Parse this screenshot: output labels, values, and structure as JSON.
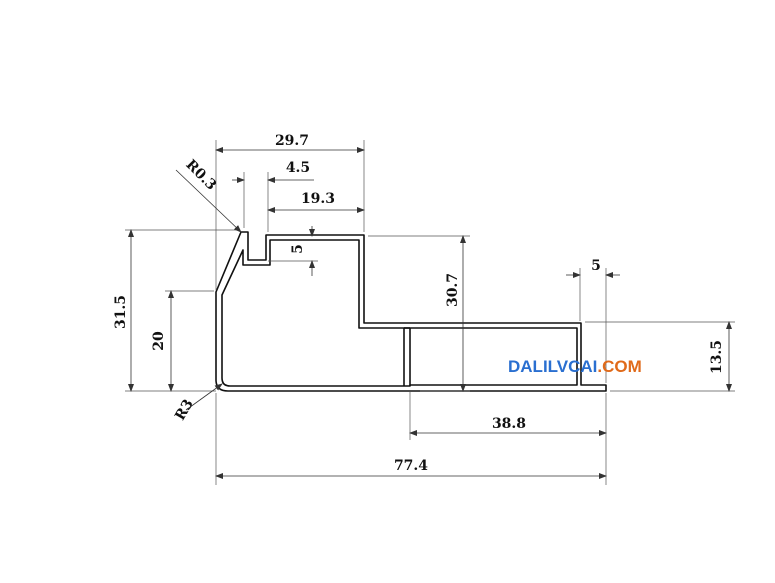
{
  "dimensions": {
    "width_top": "29.7",
    "slot_width": "4.5",
    "inner_width": "19.3",
    "radius_top": "R0.3",
    "slot_depth": "5",
    "right_gap": "5",
    "height_total": "31.5",
    "height_lower": "20",
    "height_mid": "30.7",
    "height_right": "13.5",
    "radius_corner": "R3",
    "bottom_right": "38.8",
    "overall_width": "77.4"
  },
  "watermark": {
    "part1": "DALILVCAI",
    "part2": ".COM",
    "color1": "#2a6fd0",
    "color2": "#e06a1a"
  },
  "colors": {
    "line": "#111111",
    "background": "#ffffff"
  }
}
